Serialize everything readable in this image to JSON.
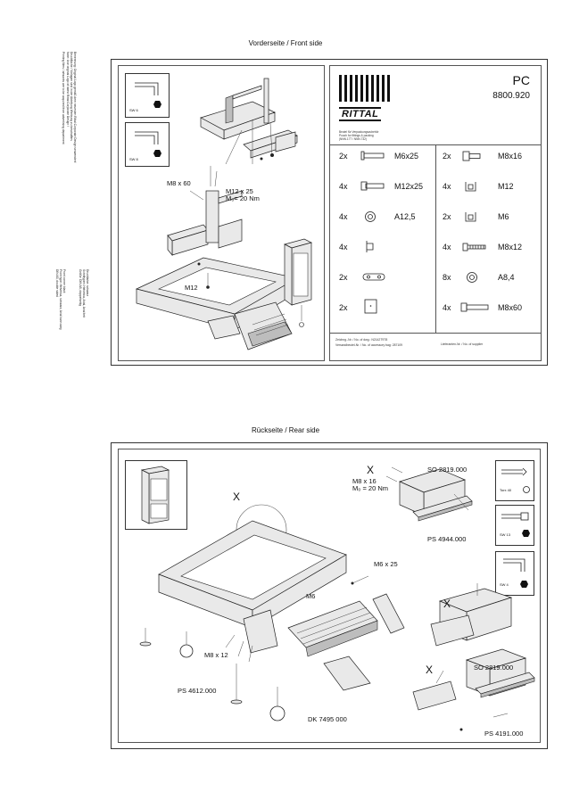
{
  "front": {
    "title": "Vorderseite / Front side",
    "tools": [
      "SW 6",
      "SW 8"
    ],
    "labels": {
      "m8x60": "M8 x 60",
      "m12x25": "M12 x 25",
      "m0": "M₀= 20 Nm",
      "m12": "M12"
    },
    "product": {
      "code_title": "PC",
      "code_number": "8800.920",
      "brand": "RITTAL"
    },
    "tiny_note": [
      "Beutel für Verpackungszubehör",
      "Pouch for fittings & packing",
      "(NNN.177 / NNN.732)"
    ],
    "parts_left": [
      {
        "qty": "2x",
        "name": "M6x25"
      },
      {
        "qty": "4x",
        "name": "M12x25"
      },
      {
        "qty": "4x",
        "name": "A12,5"
      },
      {
        "qty": "4x",
        "name": ""
      },
      {
        "qty": "2x",
        "name": ""
      },
      {
        "qty": "2x",
        "name": ""
      }
    ],
    "parts_right": [
      {
        "qty": "2x",
        "name": "M8x16"
      },
      {
        "qty": "4x",
        "name": "M12"
      },
      {
        "qty": "2x",
        "name": "M6"
      },
      {
        "qty": "4x",
        "name": "M8x12"
      },
      {
        "qty": "8x",
        "name": "A8,4"
      },
      {
        "qty": "4x",
        "name": "M8x60"
      }
    ],
    "footer": {
      "left1": "Zeichng.-Nr. / No. of dwg.: N2142T9T8",
      "left2": "Versandbeutel-Nr. / No. of accessory bag: 287109",
      "right": "Lieferanten-Nr. / No. of supplier"
    }
  },
  "rear": {
    "title": "Rückseite / Rear side",
    "tools": [
      "Torx 40",
      "SW 13",
      "SW 4"
    ],
    "labels": {
      "x1": "X",
      "x2": "X",
      "x3": "X",
      "x4": "X",
      "m8x16": "M8 x 16",
      "m0": "M₀ = 20 Nm",
      "so1": "SO 2819.000",
      "ps4944": "PS 4944.000",
      "m6x25": "M6 x 25",
      "m6": "M6",
      "m8x12": "M8 x 12",
      "ps4612": "PS 4612.000",
      "dk7495": "DK 7495 000",
      "so2": "SO 2819.000",
      "ps4191": "PS 4191.000"
    }
  },
  "side_text": {
    "left_top": [
      "Benennung: Original Logo gemäß dem neuesten Rittal Corporate Design verwenden!",
      "Druckfläche / Vorlagen sind in der Abteilung Werbung zu beschaffen.",
      "Note: Use original Logo of latest Rittal Corporate Design !",
      "Printing films / artworks are to be acquired from advertising department"
    ],
    "left_bottom": [
      "Front corner black",
      "Front type: Helvetica, schwarz, Arial kann weg",
      "DIN A5, double sided"
    ],
    "right_bottom": [
      "Druckfarbe: schwarz",
      "Schriftypen: Helvetica, Arial, Arial fett",
      "Größe: DIN A5, doppelseitig"
    ]
  }
}
